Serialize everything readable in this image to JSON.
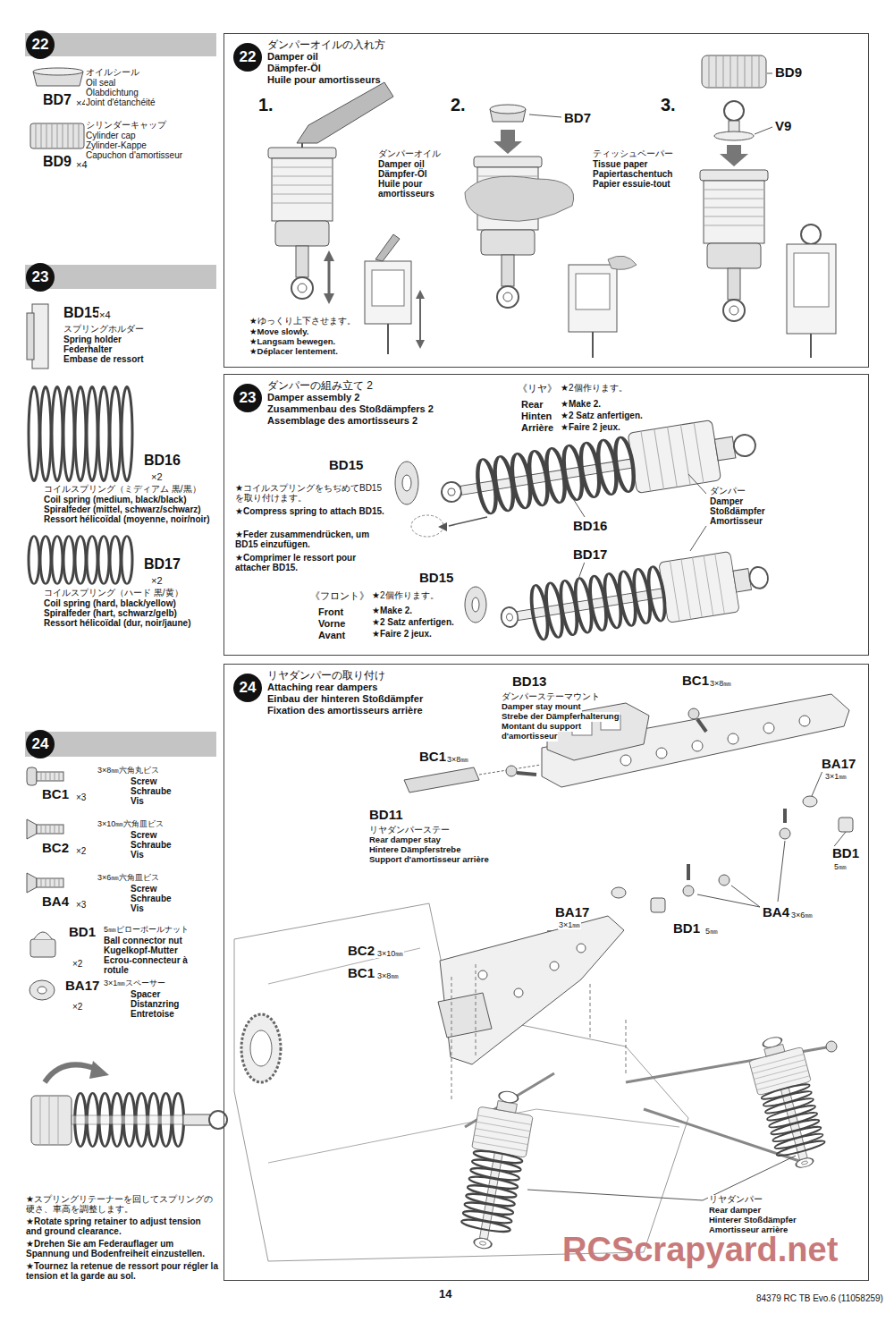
{
  "diagram": {
    "nodes": [
      {
        "text": [
          "22"
        ]
      },
      {
        "text": [
          "22",
          "ダンパーオイルの入れ方",
          "Damper oil",
          "Dämpfer-Öl",
          "Huile pour amortisseurs"
        ]
      },
      {
        "text": [
          "23"
        ]
      },
      {
        "text": [
          "23",
          "ダンパーの組み立て 2",
          "Damper assembly 2",
          "Zusammenbau des Stoßdämpfers 2",
          "Assemblage des amortisseurs 2"
        ]
      },
      {
        "text": [
          "24"
        ]
      },
      {
        "text": [
          "24",
          "リヤダンパーの取り付け",
          "Attaching rear dampers",
          "Einbau der hinteren Stoßdämpfer",
          "Fixation des amortisseurs arrière"
        ]
      }
    ],
    "labels": [
      "BD7",
      "×4",
      "オイルシール",
      "Oil seal",
      "Ölabdichtung",
      "Joint d'étanchéité",
      "BD9",
      "×4",
      "シリンダーキャップ",
      "Cylinder cap",
      "Zylinder-Kappe",
      "Capuchon d'amortisseur",
      "BD15",
      "×4",
      "スプリングホルダー",
      "Spring holder",
      "Federhalter",
      "Embase de ressort",
      "BD16",
      "×2",
      "コイルスプリング（ミディアム 黒/黒）",
      "Coil spring (medium, black/black)",
      "Spiralfeder (mittel, schwarz/schwarz)",
      "Ressort hélicoïdal (moyenne, noir/noir)",
      "BD17",
      "×2",
      "コイルスプリング（ハード 黒/黄）",
      "Coil spring (hard, black/yellow)",
      "Spiralfeder (hart, schwarz/gelb)",
      "Ressort hélicoïdal (dur, noir/jaune)",
      "BC1",
      "×3",
      "3×8㎜六角丸ビス",
      "Screw",
      "Schraube",
      "Vis",
      "BC2",
      "×2",
      "3×10㎜六角皿ビス",
      "Screw",
      "Schraube",
      "Vis",
      "BA4",
      "×3",
      "3×6㎜六角皿ビス",
      "Screw",
      "Schraube",
      "Vis",
      "BD1",
      "×2",
      "5㎜ピローボールナット",
      "Ball connector nut",
      "Kugelkopf-Mutter",
      "Ecrou-connecteur à",
      "rotule",
      "BA17",
      "×2",
      "3×1㎜スペーサー",
      "Spacer",
      "Distanzring",
      "Entretoise",
      "★スプリングリテーナーを回してスプリングの硬さ、車高を調整します。",
      "★Rotate spring retainer to adjust tension and ground clearance.",
      "★Drehen Sie am Federauflager um Spannung und Bodenfreiheit einzustellen.",
      "★Tournez la retenue de ressort pour régler la tension et la garde au sol.",
      "1.",
      "2.",
      "3.",
      "ダンパーオイル",
      "Damper oil",
      "Dämpfer-Öl",
      "Huile pour",
      "amortisseurs",
      "★ゆっくり上下させます。",
      "★Move slowly.",
      "★Langsam bewegen.",
      "★Déplacer lentement.",
      "BD7",
      "ティッシュペーパー",
      "Tissue paper",
      "Papiertaschentuch",
      "Papier essuie-tout",
      "BD9",
      "V9",
      "《リヤ》",
      "Rear",
      "Hinten",
      "Arrière",
      "★2個作ります。",
      "★Make 2.",
      "★2 Satz anfertigen.",
      "★Faire 2 jeux.",
      "BD15",
      "★コイルスプリングをちぢめてBD15を取り付けます。",
      "★Compress spring to attach BD15.",
      "★Feder zusammendrücken, um BD15 einzufügen.",
      "★Comprimer le ressort pour attacher BD15.",
      "BD16",
      "ダンパー",
      "Damper",
      "Stoßdämpfer",
      "Amortisseur",
      "BD17",
      "BD15",
      "《フロント》",
      "Front",
      "Vorne",
      "Avant",
      "★2個作ります。",
      "★Make 2.",
      "★2 Satz anfertigen.",
      "★Faire 2 jeux.",
      "BD13",
      "ダンパーステーマウント",
      "Damper stay mount",
      "Strebe der Dämpferhalterung",
      "Montant du support",
      "d'amortisseur",
      "BC1",
      "3×8㎜",
      "BC1",
      "3×8㎜",
      "BA17",
      "3×1㎜",
      "BD11",
      "リヤダンパーステー",
      "Rear damper stay",
      "Hintere Dämpferstrebe",
      "Support d'amortisseur arrière",
      "BD1",
      "5㎜",
      "BA17",
      "3×1㎜",
      "BA4",
      "3×6㎜",
      "BD1",
      "5㎜",
      "BC2",
      "3×10㎜",
      "BC1",
      "3×8㎜",
      "リヤダンパー",
      "Rear damper",
      "Hinterer Stoßdämpfer",
      "Amortisseur arrière",
      "RCScrapyard.net",
      "14",
      "84379 RC TB Evo.6 (11058259)"
    ]
  }
}
